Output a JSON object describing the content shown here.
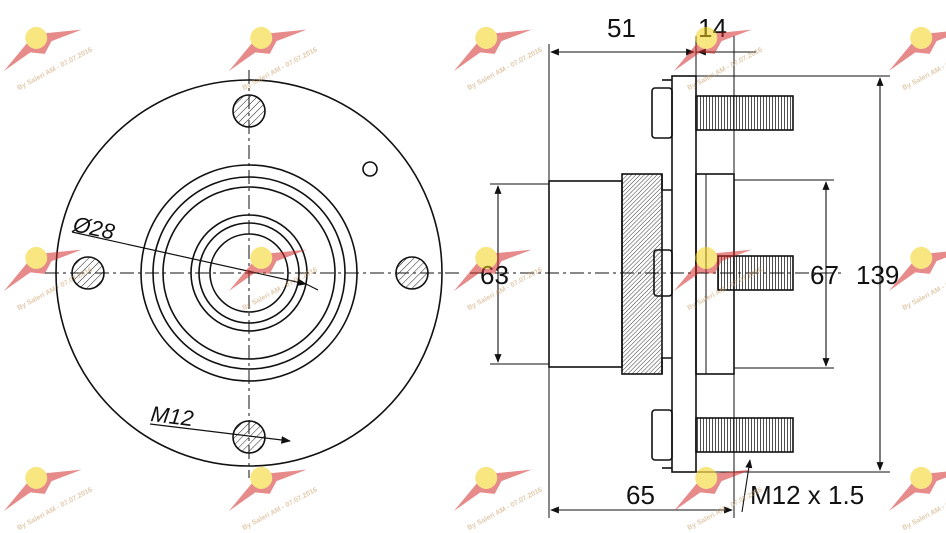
{
  "dimensions": {
    "width_51": "51",
    "width_14": "14",
    "bore_dia": "Ø28",
    "pilot_63": "63",
    "pcd_67": "67",
    "flange_139": "139",
    "length_65": "65",
    "stud_label": "M12",
    "thread_spec": "M12 x 1.5"
  },
  "watermark": {
    "text": "By Saleri AM - 07.07.2016"
  },
  "colors": {
    "line": "#111111",
    "brand_red": "#d22b2b",
    "brand_yellow": "#f4d21c"
  }
}
